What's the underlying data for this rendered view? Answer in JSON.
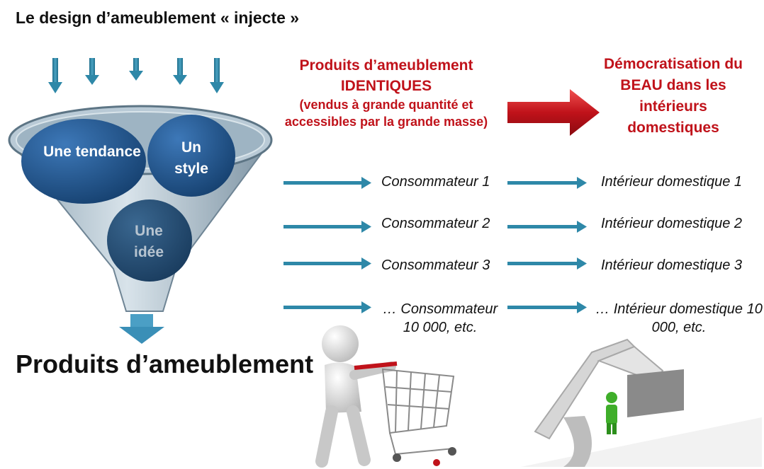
{
  "title": "Le design d’ameublement « injecte »",
  "funnel": {
    "bubble_trend": "Une tendance",
    "bubble_style": "Un style",
    "bubble_idea": "Une idée",
    "output_label": "Produits d’ameublement"
  },
  "middle_header": {
    "line1": "Produits d’ameublement",
    "line2": "IDENTIQUES",
    "subtitle": "(vendus à grande quantité et accessibles par la grande masse)"
  },
  "right_header": "Démocratisation du BEAU dans les intérieurs domestiques",
  "flows": [
    {
      "consumer": "Consommateur 1",
      "interior": "Intérieur domestique 1"
    },
    {
      "consumer": "Consommateur 2",
      "interior": "Intérieur domestique 2"
    },
    {
      "consumer": "Consommateur 3",
      "interior": "Intérieur domestique 3"
    }
  ],
  "last_flow": {
    "consumer": "… Consommateur 10 000, etc.",
    "interior": "… Intérieur domestique 10 000, etc."
  },
  "colors": {
    "accent_red": "#c0121a",
    "arrow_teal": "#2e88a8",
    "bubble_blue": "#1f4f86"
  },
  "icons": [
    "down-arrow-icon",
    "red-arrow-icon",
    "shopping-cart-figure",
    "house-figure"
  ]
}
